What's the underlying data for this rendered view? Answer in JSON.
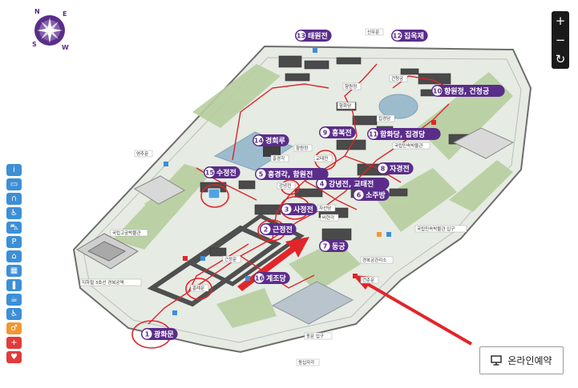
{
  "compass": {
    "n": "N",
    "e": "E",
    "s": "S",
    "w": "W"
  },
  "buildings": [
    {
      "num": "1",
      "name": "광화문"
    },
    {
      "num": "2",
      "name": "근정전"
    },
    {
      "num": "3",
      "name": "사정전"
    },
    {
      "num": "4",
      "name": "강녕전, 교태전"
    },
    {
      "num": "5",
      "name": "흥경각, 함원전"
    },
    {
      "num": "6",
      "name": "소주방"
    },
    {
      "num": "7",
      "name": "동궁"
    },
    {
      "num": "8",
      "name": "자경전"
    },
    {
      "num": "9",
      "name": "흥복전"
    },
    {
      "num": "10",
      "name": "향원정, 건청궁"
    },
    {
      "num": "11",
      "name": "함화당, 집경당"
    },
    {
      "num": "12",
      "name": "집옥재"
    },
    {
      "num": "13",
      "name": "태원전"
    },
    {
      "num": "14",
      "name": "경회루"
    },
    {
      "num": "15",
      "name": "수정전"
    },
    {
      "num": "16",
      "name": "계조당"
    }
  ],
  "small_labels": [
    {
      "text": "신무문"
    },
    {
      "text": "건청궁"
    },
    {
      "text": "향원정"
    },
    {
      "text": "함화당"
    },
    {
      "text": "집경당"
    },
    {
      "text": "국립민속박물관"
    },
    {
      "text": "영추문"
    },
    {
      "text": "향원정"
    },
    {
      "text": "흥경각"
    },
    {
      "text": "교태전"
    },
    {
      "text": "강녕전"
    },
    {
      "text": "자선당"
    },
    {
      "text": "비현각"
    },
    {
      "text": "국립고궁박물관"
    },
    {
      "text": "국립민속박물관 입구"
    },
    {
      "text": "근정문"
    },
    {
      "text": "흥례문"
    },
    {
      "text": "경복궁관리소"
    },
    {
      "text": "건춘문"
    },
    {
      "text": "지하철 3호선 경복궁역"
    },
    {
      "text": "동문 입구"
    },
    {
      "text": "동십자각"
    }
  ],
  "sidebar": [
    {
      "icon": "info-icon",
      "glyph": "i",
      "color": "#3d8fd6"
    },
    {
      "icon": "ticket-icon",
      "glyph": "▭",
      "color": "#3d8fd6"
    },
    {
      "icon": "audio-guide-icon",
      "glyph": "∩",
      "color": "#3d8fd6"
    },
    {
      "icon": "wheelchair-icon",
      "glyph": "♿",
      "color": "#3d8fd6"
    },
    {
      "icon": "stroller-icon",
      "glyph": "⛍",
      "color": "#3d8fd6"
    },
    {
      "icon": "parking-icon",
      "glyph": "P",
      "color": "#3d8fd6"
    },
    {
      "icon": "shop-icon",
      "glyph": "⌂",
      "color": "#3d8fd6"
    },
    {
      "icon": "locker-icon",
      "glyph": "▦",
      "color": "#3d8fd6"
    },
    {
      "icon": "water-icon",
      "glyph": "❚",
      "color": "#3d8fd6"
    },
    {
      "icon": "cafe-icon",
      "glyph": "☕",
      "color": "#3d8fd6"
    },
    {
      "icon": "accessible-toilet-icon",
      "glyph": "♿",
      "color": "#3d8fd6"
    },
    {
      "icon": "toilet-icon",
      "glyph": "♂",
      "color": "#f29633"
    },
    {
      "icon": "first-aid-icon",
      "glyph": "+",
      "color": "#e23b3b"
    },
    {
      "icon": "aed-icon",
      "glyph": "♥",
      "color": "#e23b3b"
    }
  ],
  "zoom": {
    "in": "+",
    "out": "−",
    "reset": "↻"
  },
  "reserve_button": {
    "label": "온라인예약"
  },
  "colors": {
    "accent": "#5a2d8a",
    "route": "#d9252b",
    "ground": "#e6ebe3",
    "grass": "#b7cf9f",
    "water": "#9cbccd"
  }
}
